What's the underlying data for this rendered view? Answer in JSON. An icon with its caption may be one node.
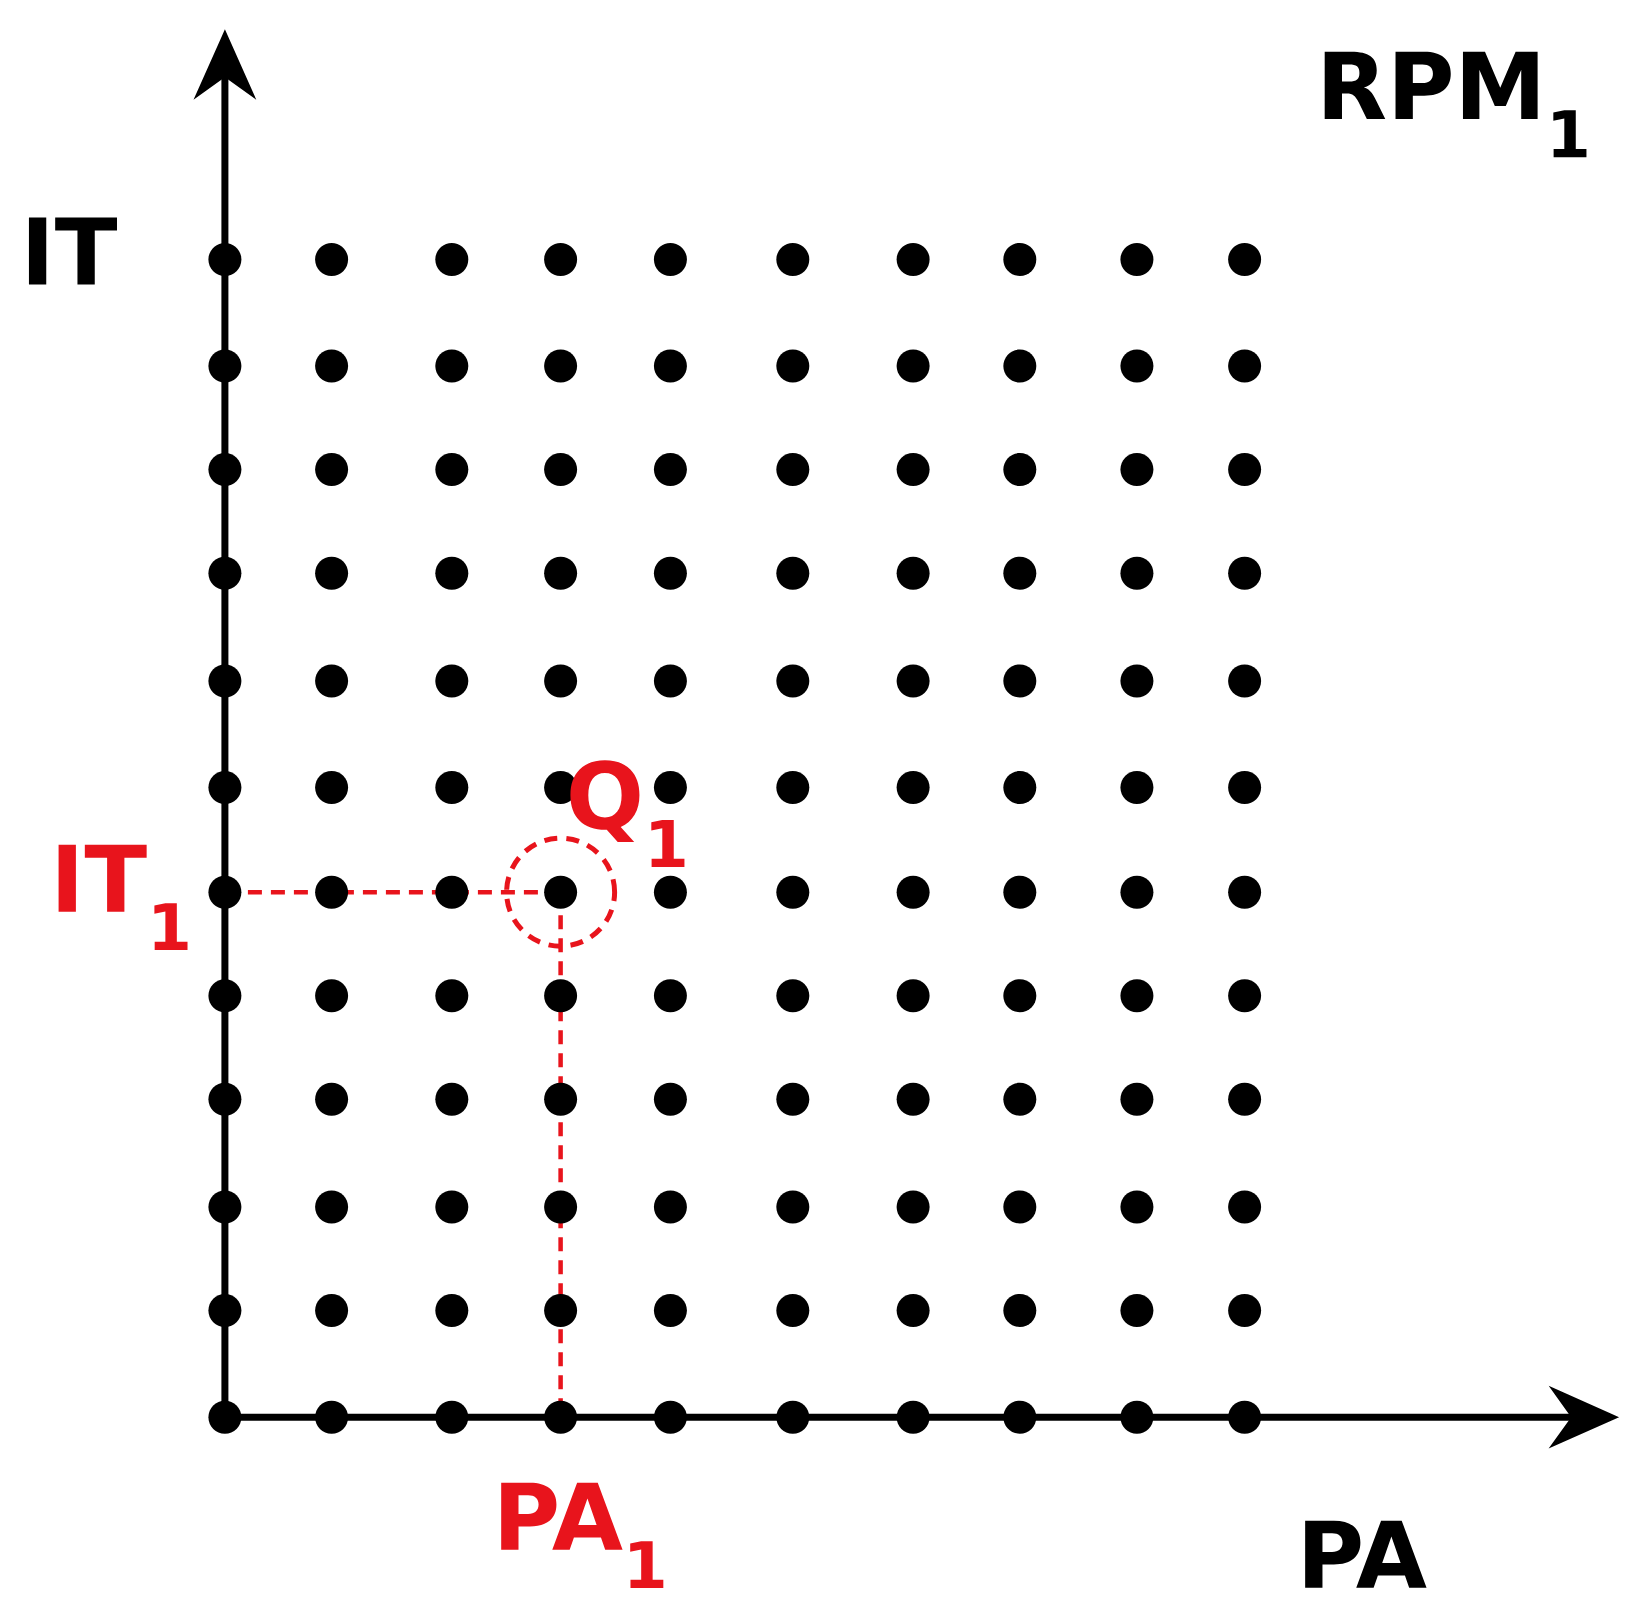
{
  "diagram": {
    "labels": [
      "RPM$_{1}$",
      "IT",
      "IT$_{1}$",
      "Q$_{1}$",
      "PA$_{1}$",
      "PA"
    ]
  }
}
